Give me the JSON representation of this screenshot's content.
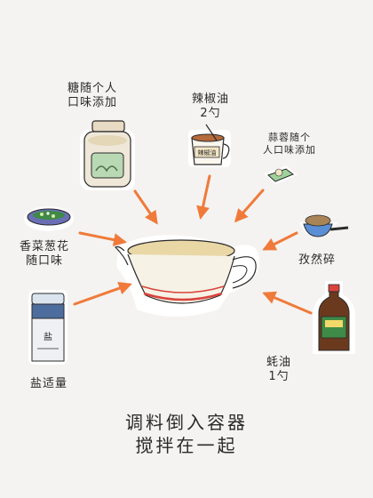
{
  "ingredients": {
    "sugar": {
      "line1": "糖随个人",
      "line2": "口味添加"
    },
    "chili_oil": {
      "line1": "辣椒油",
      "line2": "2勺",
      "jar_text": "辣椒油"
    },
    "garlic": {
      "line1": "蒜蓉随个",
      "line2": "人口味添加"
    },
    "herbs": {
      "line1": "香菜葱花",
      "line2": "随口味"
    },
    "cumin": {
      "line1": "孜然碎"
    },
    "salt": {
      "line1": "盐适量",
      "jar_text": "盐"
    },
    "oyster_sauce": {
      "line1": "蚝油",
      "line2": "1勺"
    }
  },
  "instruction": {
    "line1": "调料倒入容器",
    "line2": "搅拌在一起"
  },
  "colors": {
    "arrow": "#f07a3a",
    "outline": "#2a2a2a",
    "accent_red": "#d9433b"
  }
}
